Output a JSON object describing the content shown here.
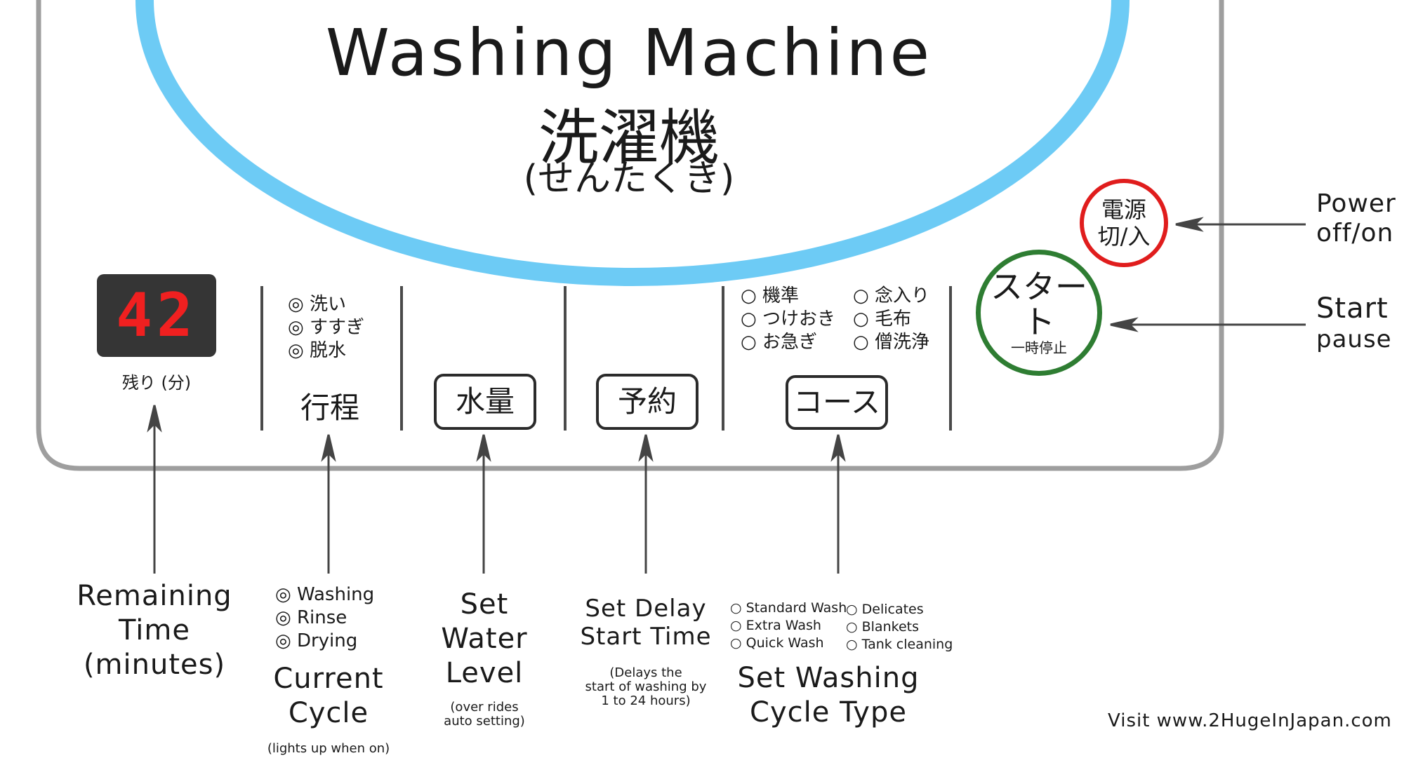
{
  "colors": {
    "ring": "#6dcbf5",
    "panel_border": "#9e9e9e",
    "display_bg": "#353535",
    "display_digits": "#f02020",
    "power_ring": "#e01d1d",
    "start_ring": "#2e7d32"
  },
  "title": {
    "en": "Washing Machine",
    "jp": "洗濯機",
    "kana": "(せんたくき)"
  },
  "display": {
    "digits": "42",
    "label": "残り (分)"
  },
  "cycle_panel": {
    "options": [
      "◎ 洗い",
      "◎ すすぎ",
      "◎ 脱水"
    ],
    "label": "行程"
  },
  "buttons": {
    "water_level": "水量",
    "delay": "予約",
    "course": "コース"
  },
  "course_options": {
    "left": [
      "○ 機準",
      "○ つけおき",
      "○ お急ぎ"
    ],
    "right": [
      "○ 念入り",
      "○ 毛布",
      "○ 僧洗浄"
    ]
  },
  "power_button": {
    "line1": "電源",
    "line2": "切/入"
  },
  "start_button": {
    "main": "スタート",
    "sub": "一時停止"
  },
  "side_labels": {
    "power": [
      "Power",
      "off/on"
    ],
    "start": [
      "Start",
      "pause"
    ]
  },
  "legend": {
    "remaining": [
      "Remaining",
      "Time",
      "(minutes)"
    ],
    "cycle_options": [
      "◎ Washing",
      "◎ Rinse",
      "◎ Drying"
    ],
    "cycle_title": [
      "Current",
      "Cycle"
    ],
    "cycle_note": "(lights up when on)",
    "water_title": [
      "Set",
      "Water",
      "Level"
    ],
    "water_note": [
      "(over rides",
      "auto setting)"
    ],
    "delay_title": [
      "Set Delay",
      "Start Time"
    ],
    "delay_note": [
      "(Delays the",
      "start of washing by",
      "1 to 24 hours)"
    ],
    "course_left": [
      "○ Standard Wash",
      "○ Extra Wash",
      "○ Quick Wash"
    ],
    "course_right": [
      "○ Delicates",
      "○ Blankets",
      "○ Tank cleaning"
    ],
    "course_title": [
      "Set Washing",
      "Cycle Type"
    ]
  },
  "footer": "Visit www.2HugeInJapan.com"
}
